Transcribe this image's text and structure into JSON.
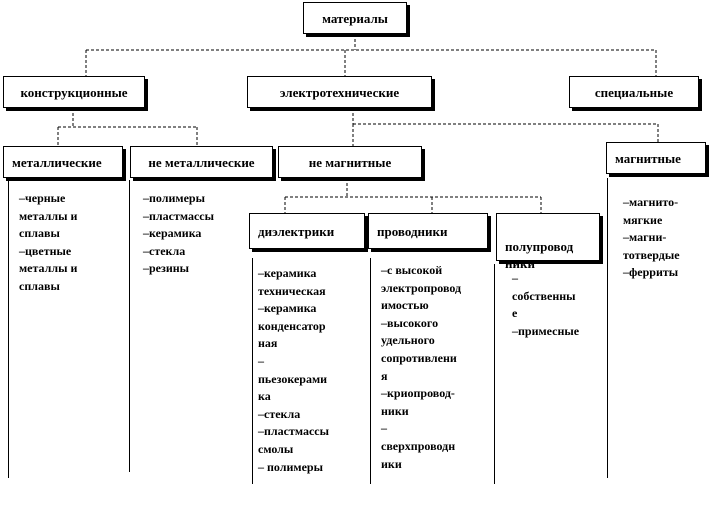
{
  "nodes": {
    "root": "материалы",
    "constructional": "конструкционные",
    "electrotechnical": "электротехнические",
    "special": "специальные",
    "metallic": "металлические",
    "non_metallic": "не металлические",
    "non_magnetic": "не магнитные",
    "magnetic": "магнитные",
    "dielectrics": "диэлектрики",
    "conductors": "проводники",
    "semiconductors": "полупровод\nники"
  },
  "lists": {
    "metallic": "–черные\nметаллы и\nсплавы\n–цветные\nметаллы и\nсплавы",
    "non_metallic": "–полимеры\n–пластмассы\n–керамика\n–стекла\n–резины",
    "dielectrics": "–керамика\nтехническая\n–керамика\nконденсатор\nная\n–\nпьезокерами\nка\n–стекла\n–пластмассы\nсмолы\n– полимеры",
    "conductors": "–с высокой\nэлектропровод\nимостью\n–высокого\nудельного\nсопротивлени\nя\n–криопровод-\nники\n–\nсверхпроводн\nики",
    "semiconductors": "–\nсобственны\nе\n–примесные",
    "magnetic": "–магнито-\nмягкие\n–магни-\nтотвердые\n–ферриты"
  }
}
